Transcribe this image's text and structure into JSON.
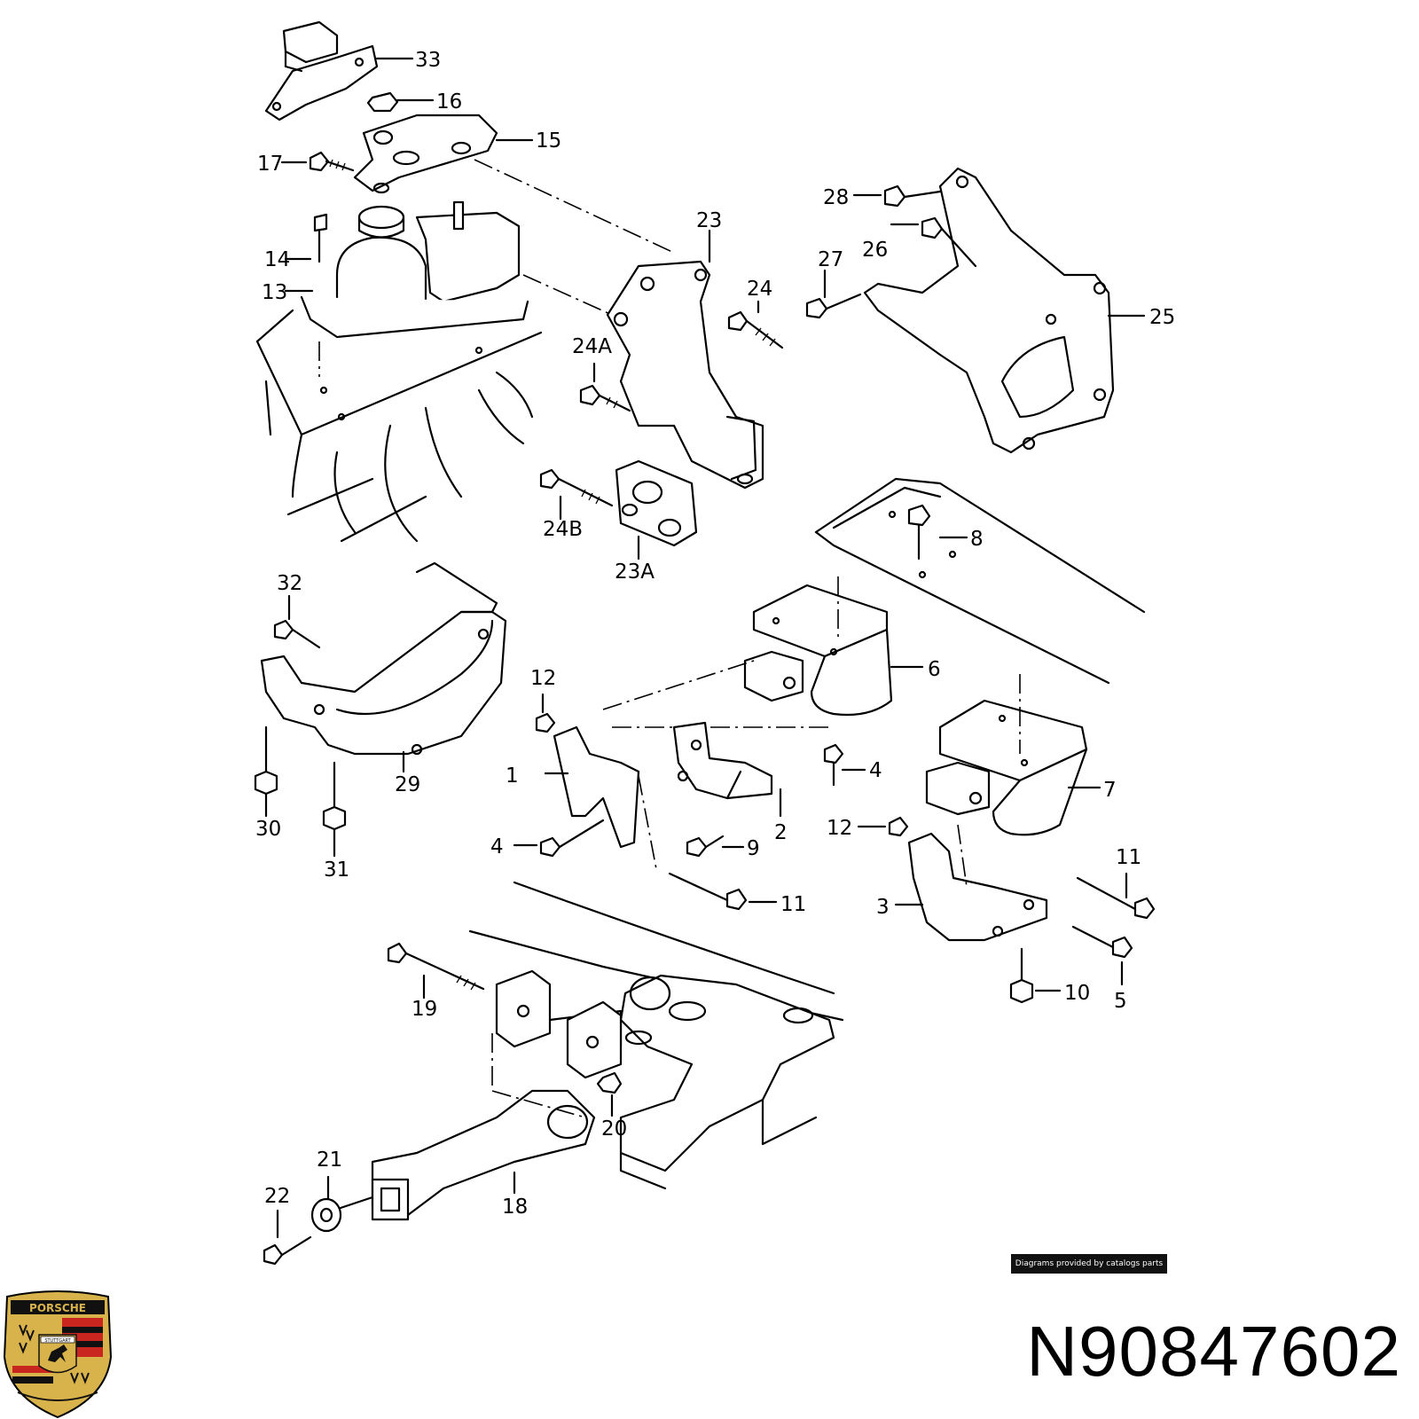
{
  "credit": "Diagrams provided by catalogs parts",
  "part_number": "N90847602",
  "logo": {
    "brand": "PORSCHE",
    "city": "STUTTGART",
    "colors": {
      "gold": "#d8b24a",
      "red": "#c8261f",
      "black": "#111111"
    }
  },
  "callouts": {
    "c1": "1",
    "c2": "2",
    "c3": "3",
    "c4a": "4",
    "c4b": "4",
    "c5": "5",
    "c6": "6",
    "c7": "7",
    "c8": "8",
    "c9": "9",
    "c10": "10",
    "c11a": "11",
    "c11b": "11",
    "c12a": "12",
    "c12b": "12",
    "c13": "13",
    "c14": "14",
    "c15": "15",
    "c16": "16",
    "c17": "17",
    "c18": "18",
    "c19": "19",
    "c20": "20",
    "c21": "21",
    "c22": "22",
    "c23": "23",
    "c23A": "23A",
    "c24": "24",
    "c24A": "24A",
    "c24B": "24B",
    "c25": "25",
    "c26": "26",
    "c27": "27",
    "c28": "28",
    "c29": "29",
    "c30": "30",
    "c31": "31",
    "c32": "32",
    "c33": "33"
  }
}
